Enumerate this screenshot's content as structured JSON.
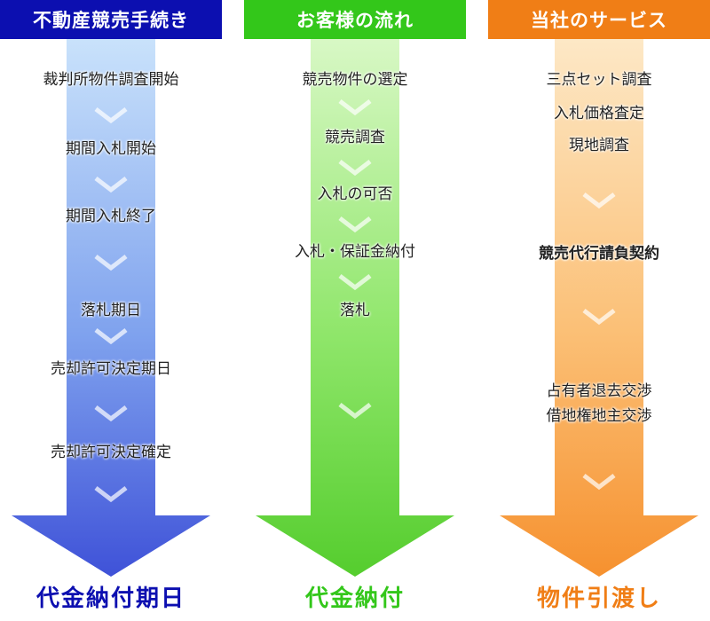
{
  "columns": {
    "procedure": {
      "title": "不動産競売手続き",
      "steps": [
        "裁判所物件調査開始",
        "期間入札開始",
        "期間入札終了",
        "落札期日",
        "売却許可決定期日",
        "売却許可決定確定"
      ],
      "result": "代金納付期日",
      "color": "#0c0fb0"
    },
    "customer_flow": {
      "title": "お客様の流れ",
      "steps": [
        "競売物件の選定",
        "競売調査",
        "入札の可否",
        "入札・保証金納付",
        "落札"
      ],
      "result": "代金納付",
      "color": "#33c71a"
    },
    "services": {
      "title": "当社のサービス",
      "steps": [
        "三点セット調査",
        "入札価格査定",
        "現地調査",
        "競売代行請負契約",
        "占有者退去交渉",
        "借地権地主交渉"
      ],
      "result": "物件引渡し",
      "color": "#f07e16"
    }
  }
}
